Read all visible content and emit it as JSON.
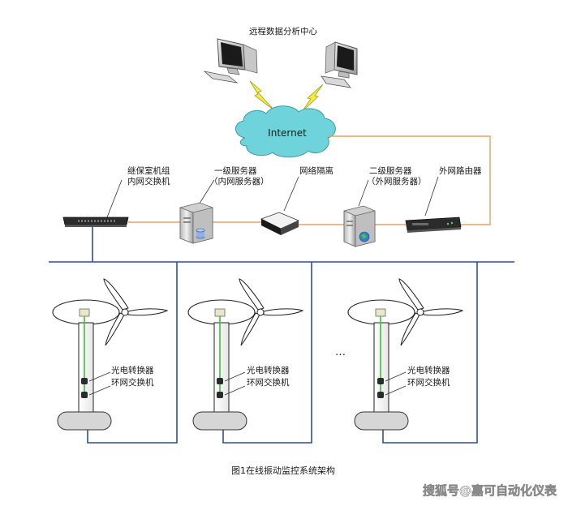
{
  "title": "远程数据分析中心",
  "cloud_label": "Internet",
  "switch_label": [
    "继保室机组",
    "内网交换机"
  ],
  "server1_label": [
    "一级服务器",
    "（内网服务器）"
  ],
  "isolation_label": "网络隔离",
  "server2_label": [
    "二级服务器",
    "（外网服务器）"
  ],
  "router_label": "外网路由器",
  "ellipsis": "…",
  "turbines": [
    {
      "converter": "光电转换器",
      "ring_switch": "环网交换机"
    },
    {
      "converter": "光电转换器",
      "ring_switch": "环网交换机"
    },
    {
      "converter": "光电转换器",
      "ring_switch": "环网交换机"
    }
  ],
  "caption": "图1在线振动监控系统架构",
  "watermark": "搜狐号@嘉可自动化仪表",
  "colors": {
    "orange_link": "#e8a060",
    "blue_link": "#2e4f9a",
    "green_fiber": "#3cbf3c",
    "cloud": "#6fd3dc",
    "lightning": "#f4ee3a"
  }
}
